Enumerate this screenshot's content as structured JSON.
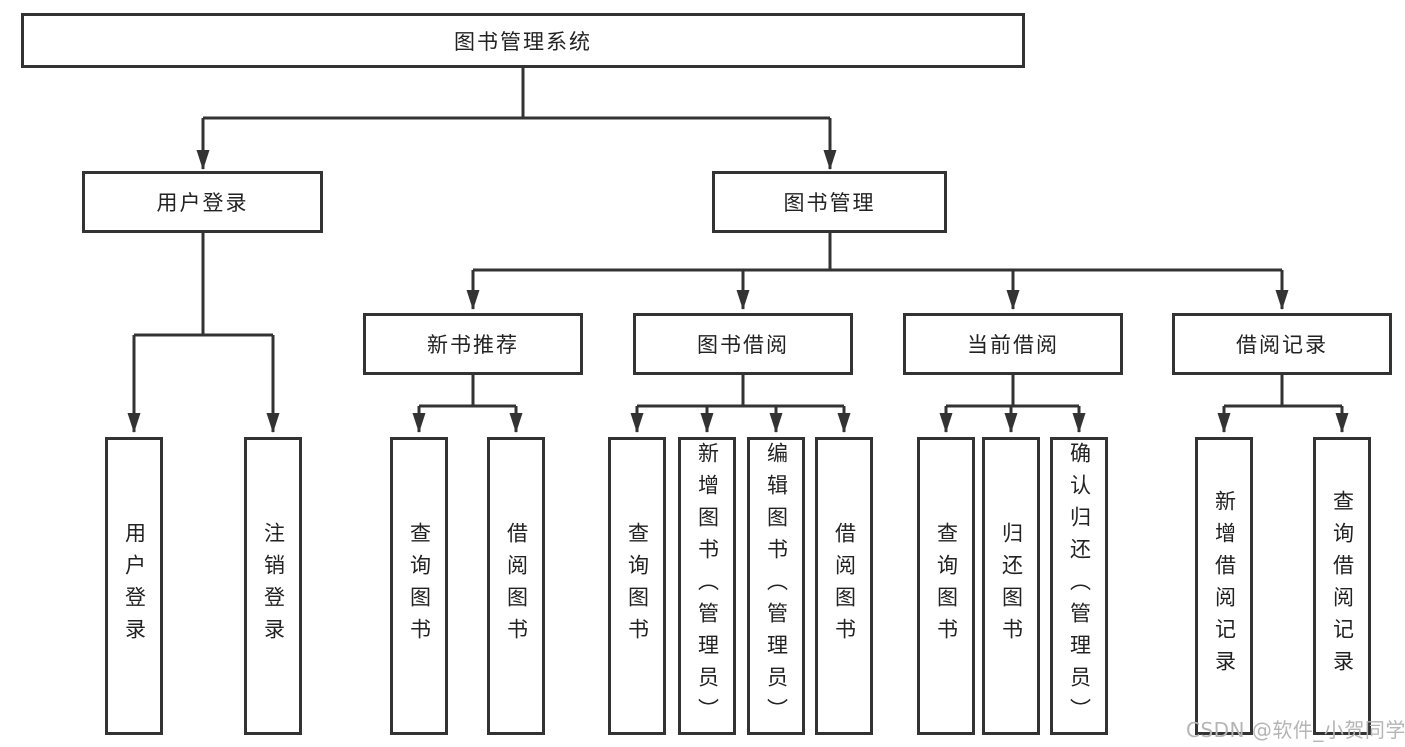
{
  "diagram": {
    "root": {
      "label": "图书管理系统",
      "children": [
        {
          "label": "用户登录",
          "children": [
            {
              "label": "用户登录"
            },
            {
              "label": "注销登录"
            }
          ]
        },
        {
          "label": "图书管理",
          "children": [
            {
              "label": "新书推荐",
              "children": [
                {
                  "label": "查询图书"
                },
                {
                  "label": "借阅图书"
                }
              ]
            },
            {
              "label": "图书借阅",
              "children": [
                {
                  "label": "查询图书"
                },
                {
                  "label": "新增图书（管理员）"
                },
                {
                  "label": "编辑图书（管理员）"
                },
                {
                  "label": "借阅图书"
                }
              ]
            },
            {
              "label": "当前借阅",
              "children": [
                {
                  "label": "查询图书"
                },
                {
                  "label": "归还图书"
                },
                {
                  "label": "确认归还（管理员）"
                }
              ]
            },
            {
              "label": "借阅记录",
              "children": [
                {
                  "label": "新增借阅记录"
                },
                {
                  "label": "查询借阅记录"
                }
              ]
            }
          ]
        }
      ]
    }
  },
  "watermark": {
    "text": "CSDN @软件_小贺同学"
  },
  "colors": {
    "line": "#333333",
    "text": "#222222",
    "watermark": "#b5b5b5",
    "background": "#ffffff"
  }
}
